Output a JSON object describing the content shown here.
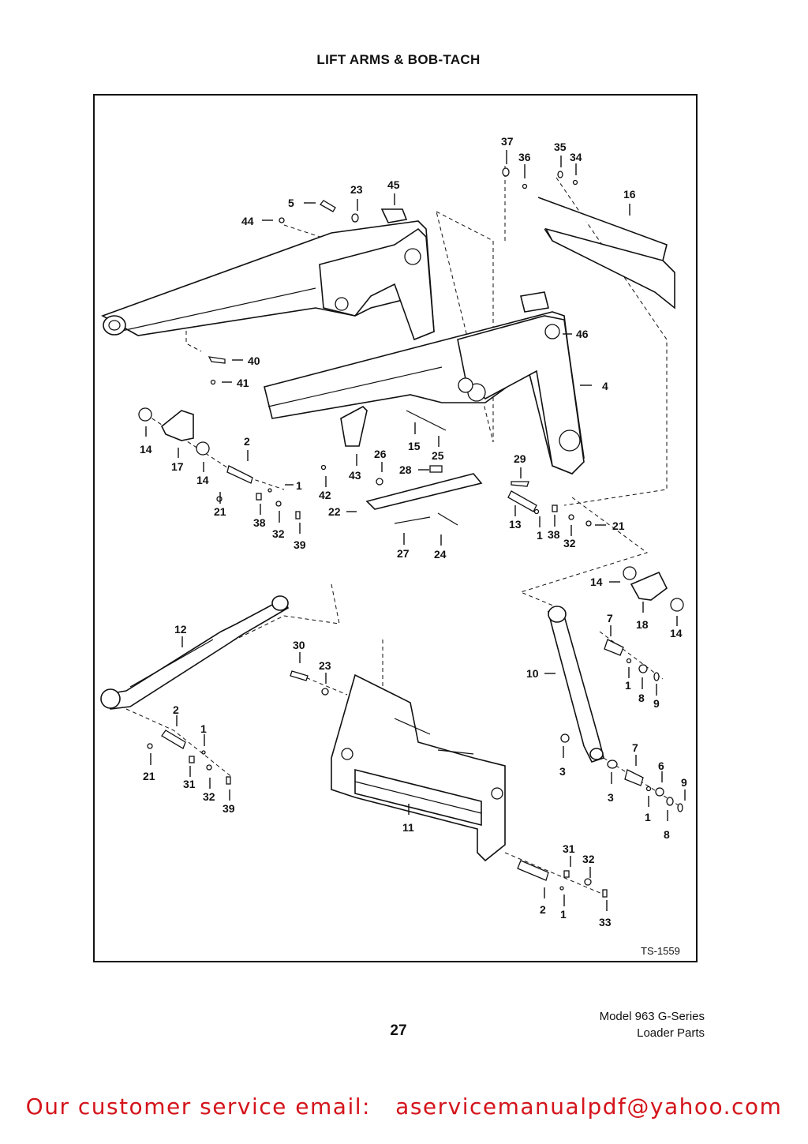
{
  "page": {
    "title": "LIFT ARMS & BOB-TACH",
    "page_number": "27",
    "model_line1": "Model 963 G-Series",
    "model_line2": "Loader Parts",
    "drawing_code": "TS-1559",
    "footer_label": "Our customer service email:",
    "footer_email": "aservicemanualpdf@yahoo.com"
  },
  "callouts": [
    {
      "id": "c37",
      "text": "37"
    },
    {
      "id": "c36",
      "text": "36"
    },
    {
      "id": "c35",
      "text": "35"
    },
    {
      "id": "c34",
      "text": "34"
    },
    {
      "id": "c16",
      "text": "16"
    },
    {
      "id": "c23a",
      "text": "23"
    },
    {
      "id": "c45",
      "text": "45"
    },
    {
      "id": "c5",
      "text": "5"
    },
    {
      "id": "c44",
      "text": "44"
    },
    {
      "id": "c46",
      "text": "46"
    },
    {
      "id": "c40",
      "text": "40"
    },
    {
      "id": "c41",
      "text": "41"
    },
    {
      "id": "c4",
      "text": "4"
    },
    {
      "id": "c14a",
      "text": "14"
    },
    {
      "id": "c17",
      "text": "17"
    },
    {
      "id": "c2a",
      "text": "2"
    },
    {
      "id": "c14b",
      "text": "14"
    },
    {
      "id": "c1a",
      "text": "1"
    },
    {
      "id": "c21a",
      "text": "21"
    },
    {
      "id": "c38a",
      "text": "38"
    },
    {
      "id": "c32a",
      "text": "32"
    },
    {
      "id": "c39a",
      "text": "39"
    },
    {
      "id": "c15",
      "text": "15"
    },
    {
      "id": "c25",
      "text": "25"
    },
    {
      "id": "c26",
      "text": "26"
    },
    {
      "id": "c28",
      "text": "28"
    },
    {
      "id": "c43",
      "text": "43"
    },
    {
      "id": "c42",
      "text": "42"
    },
    {
      "id": "c22",
      "text": "22"
    },
    {
      "id": "c27",
      "text": "27"
    },
    {
      "id": "c24",
      "text": "24"
    },
    {
      "id": "c29",
      "text": "29"
    },
    {
      "id": "c13",
      "text": "13"
    },
    {
      "id": "c1b",
      "text": "1"
    },
    {
      "id": "c38b",
      "text": "38"
    },
    {
      "id": "c32b",
      "text": "32"
    },
    {
      "id": "c21b",
      "text": "21"
    },
    {
      "id": "c14c",
      "text": "14"
    },
    {
      "id": "c18",
      "text": "18"
    },
    {
      "id": "c14d",
      "text": "14"
    },
    {
      "id": "c12",
      "text": "12"
    },
    {
      "id": "c7a",
      "text": "7"
    },
    {
      "id": "c30",
      "text": "30"
    },
    {
      "id": "c23b",
      "text": "23"
    },
    {
      "id": "c10",
      "text": "10"
    },
    {
      "id": "c1c",
      "text": "1"
    },
    {
      "id": "c8a",
      "text": "8"
    },
    {
      "id": "c9a",
      "text": "9"
    },
    {
      "id": "c2b",
      "text": "2"
    },
    {
      "id": "c1d",
      "text": "1"
    },
    {
      "id": "c21c",
      "text": "21"
    },
    {
      "id": "c31a",
      "text": "31"
    },
    {
      "id": "c32c",
      "text": "32"
    },
    {
      "id": "c39b",
      "text": "39"
    },
    {
      "id": "c7b",
      "text": "7"
    },
    {
      "id": "c6",
      "text": "6"
    },
    {
      "id": "c3a",
      "text": "3"
    },
    {
      "id": "c3b",
      "text": "3"
    },
    {
      "id": "c9b",
      "text": "9"
    },
    {
      "id": "c1e",
      "text": "1"
    },
    {
      "id": "c8b",
      "text": "8"
    },
    {
      "id": "c11",
      "text": "11"
    },
    {
      "id": "c31b",
      "text": "31"
    },
    {
      "id": "c32d",
      "text": "32"
    },
    {
      "id": "c2c",
      "text": "2"
    },
    {
      "id": "c1f",
      "text": "1"
    },
    {
      "id": "c33",
      "text": "33"
    }
  ]
}
